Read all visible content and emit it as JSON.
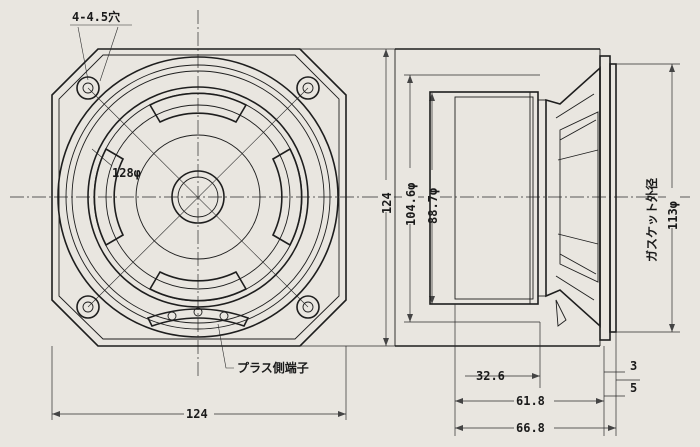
{
  "front_view": {
    "hole_label": "4-4.5穴",
    "diameter_label": "128φ",
    "terminal_label": "プラス側端子",
    "width_label": "124"
  },
  "side_view": {
    "height_label": "124",
    "diameter_outer_label": "104.6φ",
    "diameter_inner_label": "88.7φ",
    "gasket_label": "ガスケット外径",
    "gasket_dia_label": "113φ",
    "depth_small_label": "32.6",
    "depth_mid_label": "61.8",
    "depth_total_label": "66.8",
    "flange_label_a": "3",
    "flange_label_b": "5"
  }
}
